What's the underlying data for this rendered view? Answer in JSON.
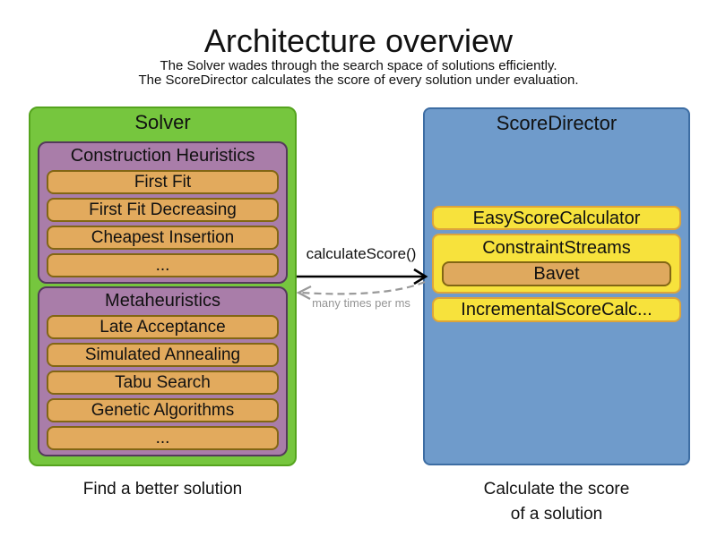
{
  "header": {
    "title": "Architecture overview",
    "subtitle_line1": "The Solver wades through the search space of solutions efficiently.",
    "subtitle_line2": "The ScoreDirector calculates the score of every solution under evaluation."
  },
  "solver": {
    "title": "Solver",
    "caption": "Find a better solution",
    "groups": [
      {
        "title": "Construction Heuristics",
        "items": [
          "First Fit",
          "First Fit Decreasing",
          "Cheapest Insertion",
          "..."
        ]
      },
      {
        "title": "Metaheuristics",
        "items": [
          "Late Acceptance",
          "Simulated Annealing",
          "Tabu Search",
          "Genetic Algorithms",
          "..."
        ]
      }
    ]
  },
  "score_director": {
    "title": "ScoreDirector",
    "caption_line1": "Calculate the score",
    "caption_line2": "of a solution",
    "calculators": [
      {
        "label": "EasyScoreCalculator"
      },
      {
        "label": "ConstraintStreams",
        "implementation": "Bavet"
      },
      {
        "label": "IncrementalScoreCalc..."
      }
    ]
  },
  "interaction": {
    "call_label": "calculateScore()",
    "frequency_label": "many times per ms"
  },
  "colors": {
    "solver_fill": "#76C63E",
    "solver_border": "#55A41E",
    "phase_fill": "#A97DA9",
    "phase_border": "#543A5B",
    "algorithm_fill": "#E2AA5D",
    "algorithm_border": "#826614",
    "score_director_fill": "#6F9BCB",
    "score_director_border": "#3D6DA3",
    "calculator_fill": "#F7E23C",
    "calculator_border": "#DDA43A",
    "call_arrow": "#000000",
    "return_arrow": "#999999"
  }
}
